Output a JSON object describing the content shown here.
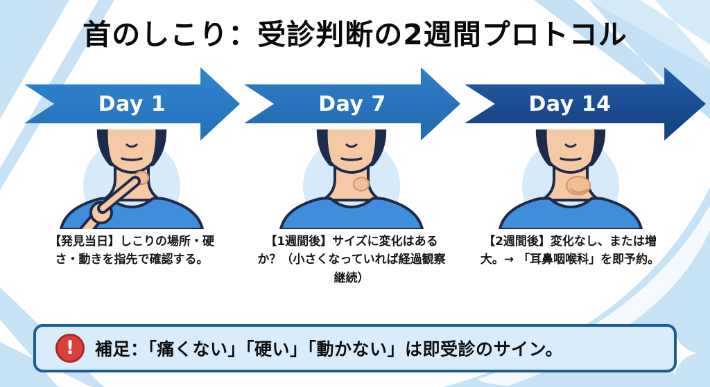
{
  "title": "首のしこり：受診判断の2週間プロトコル",
  "timeline": {
    "steps": [
      {
        "day_label": "Day 1",
        "caption": "【発見当日】しこりの場所・硬さ・動きを指先で確認する。",
        "arrow_color": "#2A79C4",
        "illustration": "person-pressing-neck-lump-with-finger"
      },
      {
        "day_label": "Day 7",
        "caption": "【1週間後】サイズに変化はあるか？（小さくなっていれば経過観察継続）",
        "arrow_color": "#2671BC",
        "illustration": "person-with-small-neck-lump"
      },
      {
        "day_label": "Day 14",
        "caption": "【2週間後】変化なし、または増大。→ 「耳鼻咽喉科」を即予約。",
        "arrow_color": "#1D4F96",
        "illustration": "person-with-enlarged-neck-lump"
      }
    ]
  },
  "footer_note": {
    "icon": "alert-exclamation-icon",
    "icon_glyph": "!",
    "text": "補足：「痛くない」「硬い」「動かない」は即受診のサイン。"
  },
  "colors": {
    "background_accent": "#C7E2F5",
    "arrow_blue": "#2A79C4",
    "arrow_dark_blue": "#1D4F96",
    "note_background": "#D9ECFB",
    "note_border": "#1A5C9E",
    "alert_red": "#D8413C",
    "title_text": "#0A0A0A"
  }
}
